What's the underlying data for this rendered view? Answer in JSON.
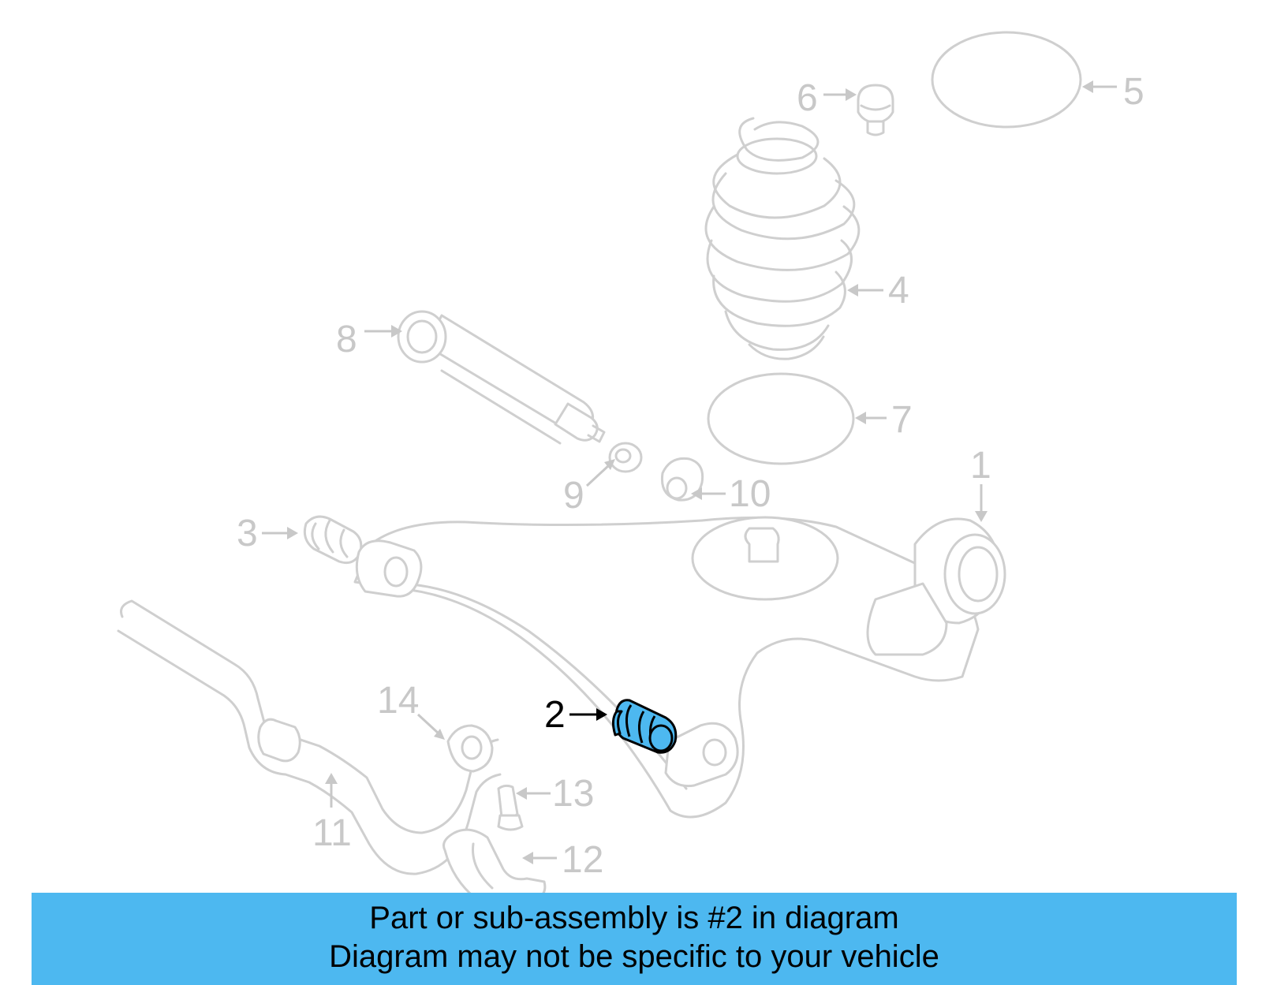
{
  "callouts": {
    "c1": "1",
    "c2": "2",
    "c3": "3",
    "c4": "4",
    "c5": "5",
    "c6": "6",
    "c7": "7",
    "c8": "8",
    "c9": "9",
    "c10": "10",
    "c11": "11",
    "c12": "12",
    "c13": "13",
    "c14": "14"
  },
  "highlighted_part": "2",
  "colors": {
    "highlight": "#4db8f0",
    "ghost_line": "#cfcfcf",
    "ghost_text": "#c8c8c8"
  },
  "footer": {
    "line1": "Part or sub-assembly is #2 in diagram",
    "line2": "Diagram may not be specific to your vehicle"
  }
}
